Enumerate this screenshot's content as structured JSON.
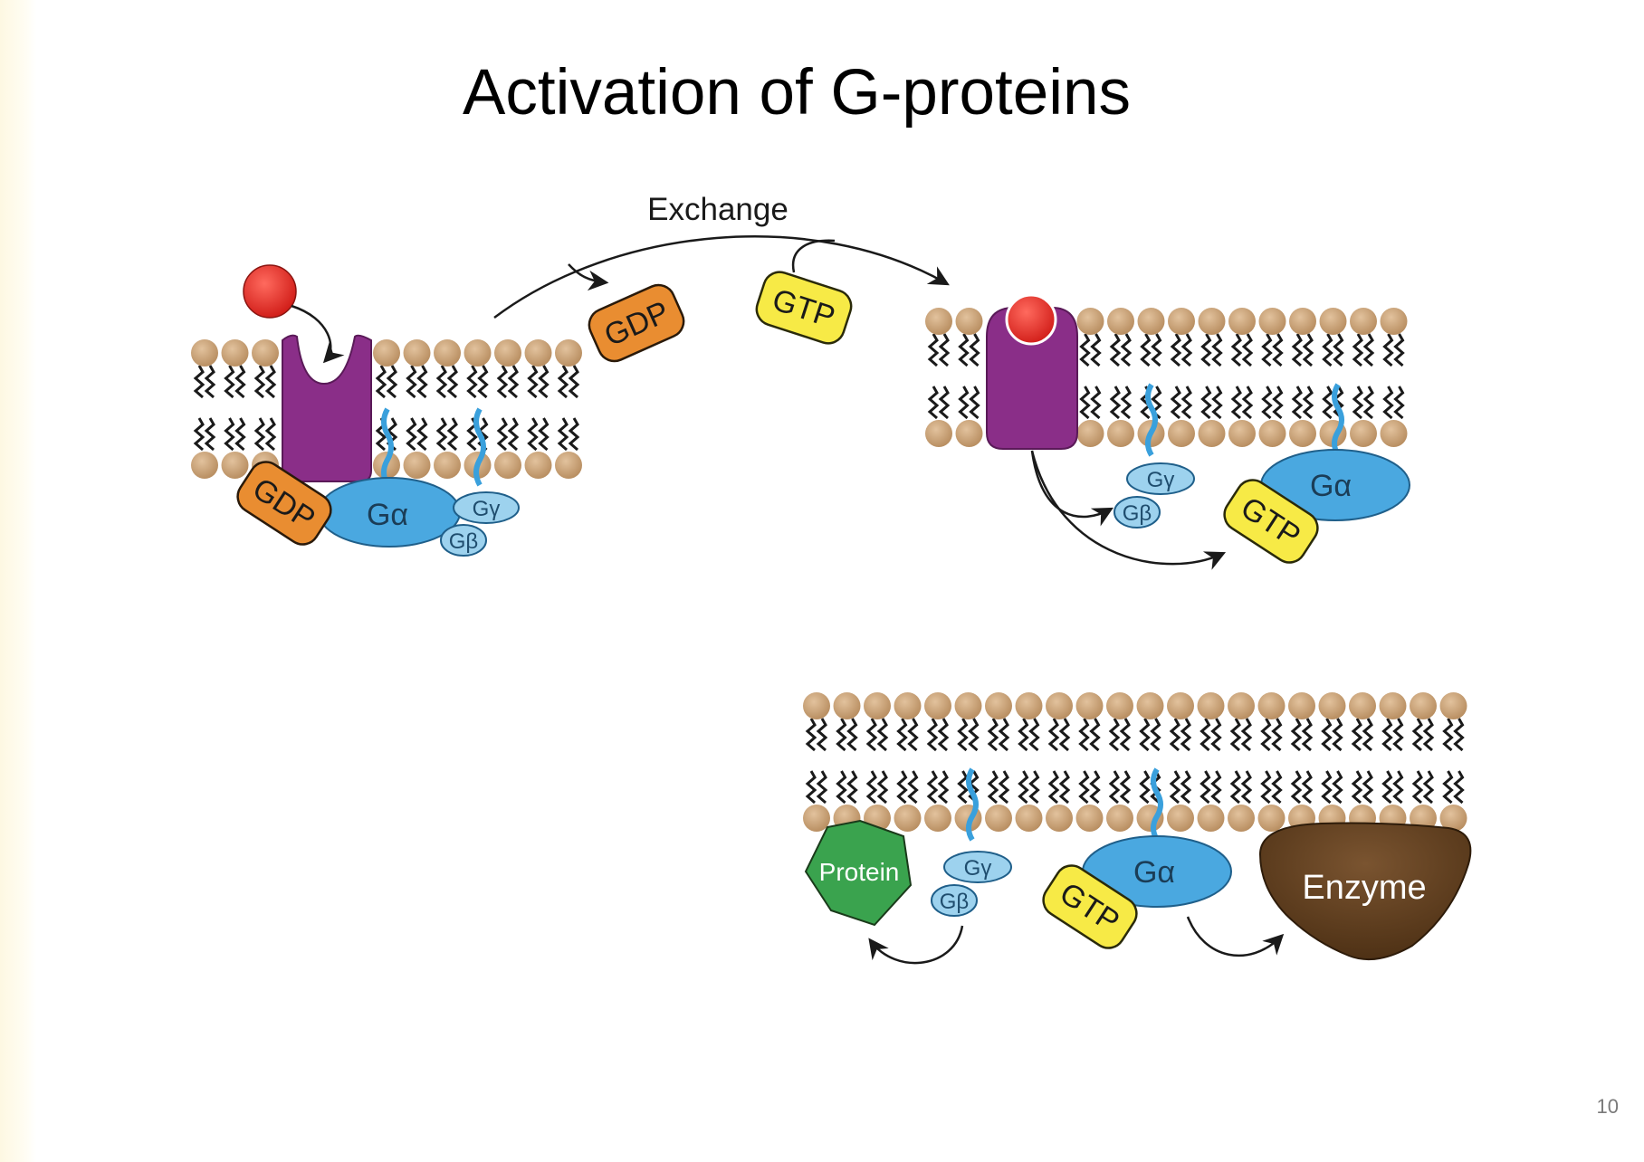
{
  "slide": {
    "title": "Activation of G-proteins",
    "page_number": "10"
  },
  "labels": {
    "exchange": "Exchange",
    "gdp": "GDP",
    "gtp": "GTP",
    "g_alpha": "Gα",
    "g_beta": "Gβ",
    "g_gamma": "Gγ",
    "protein": "Protein",
    "enzyme": "Enzyme"
  },
  "colors": {
    "lipid_head": "#c9a37a",
    "lipid_tail": "#1a1a1a",
    "anchor": "#3aa0dc",
    "receptor": "#8a2e88",
    "ligand": "#e02a23",
    "gdp": "#e98d31",
    "gtp": "#f7ea46",
    "g_alpha": "#4aa8e0",
    "g_beta_gamma": "#9dd2ee",
    "protein": "#3aa34e",
    "enzyme": "#5c3b1c"
  }
}
